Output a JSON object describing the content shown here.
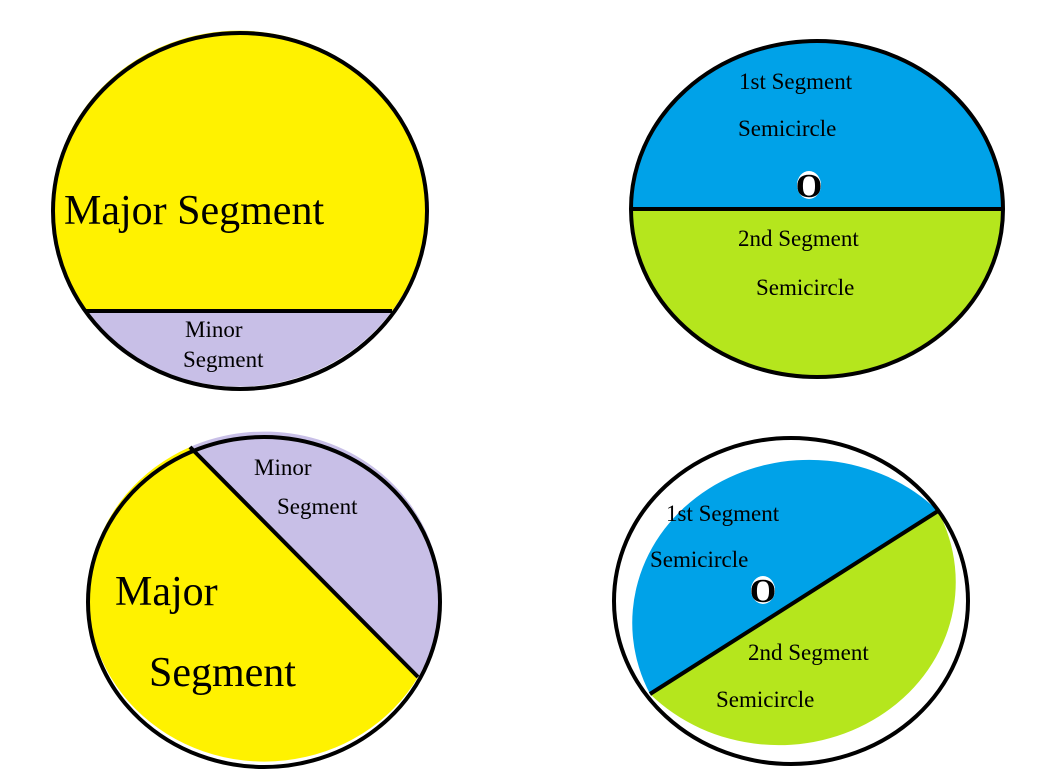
{
  "colors": {
    "major": "#FFF200",
    "minor": "#C8BFE7",
    "first_half": "#00A2E8",
    "second_half": "#B5E61D",
    "outline": "#000000",
    "center_fill": "#FFFFFF"
  },
  "diagrams": {
    "top_left": {
      "major_label": "Major Segment",
      "minor_line1": "Minor",
      "minor_line2": "Segment"
    },
    "top_right": {
      "first_line1": "1st Segment",
      "first_line2": "Semicircle",
      "center": "O",
      "second_line1": "2nd Segment",
      "second_line2": "Semicircle"
    },
    "bottom_left": {
      "minor_line1": "Minor",
      "minor_line2": "Segment",
      "major_line1": "Major",
      "major_line2": "Segment"
    },
    "bottom_right": {
      "first_line1": "1st Segment",
      "first_line2": "Semicircle",
      "center": "O",
      "second_line1": "2nd Segment",
      "second_line2": "Semicircle"
    }
  }
}
